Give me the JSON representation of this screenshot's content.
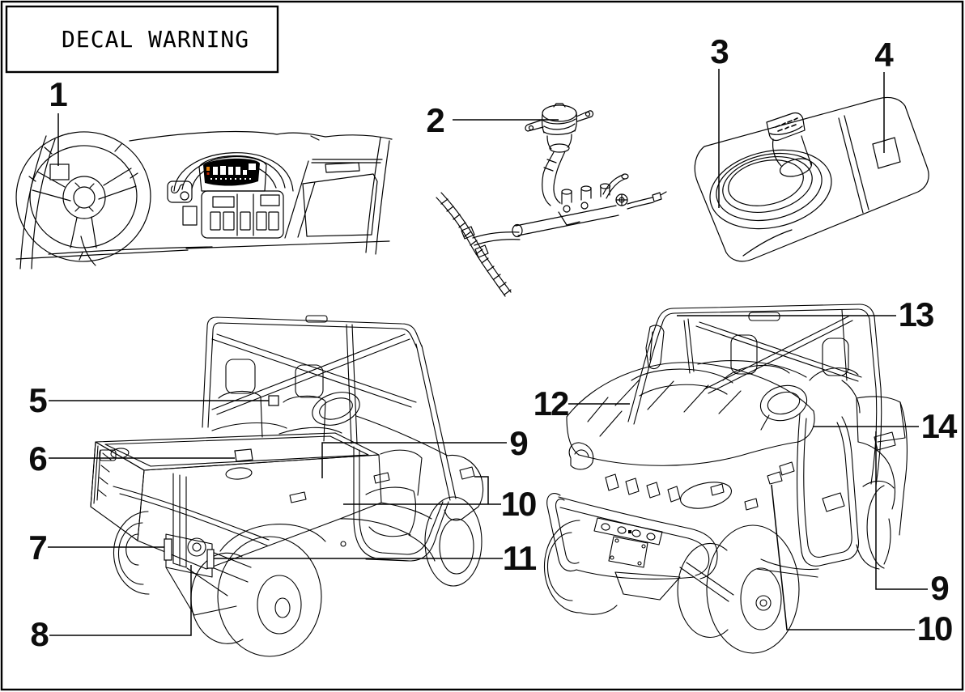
{
  "title": {
    "label": "DECAL WARNING"
  },
  "callouts": [
    {
      "id": "1",
      "label": "1"
    },
    {
      "id": "2",
      "label": "2"
    },
    {
      "id": "3",
      "label": "3"
    },
    {
      "id": "4",
      "label": "4"
    },
    {
      "id": "5",
      "label": "5"
    },
    {
      "id": "6",
      "label": "6"
    },
    {
      "id": "7",
      "label": "7"
    },
    {
      "id": "8",
      "label": "8"
    },
    {
      "id": "9",
      "label": "9"
    },
    {
      "id": "10",
      "label": "10"
    },
    {
      "id": "11",
      "label": "11"
    },
    {
      "id": "12",
      "label": "12"
    },
    {
      "id": "13",
      "label": "13"
    },
    {
      "id": "14",
      "label": "14"
    },
    {
      "id": "9b",
      "label": "9"
    },
    {
      "id": "10b",
      "label": "10"
    }
  ],
  "colors": {
    "line": "#000000",
    "background": "#ffffff",
    "cluster_display": "#000000",
    "indicator_orange": "#e8820c",
    "indicator_red": "#c42300"
  }
}
